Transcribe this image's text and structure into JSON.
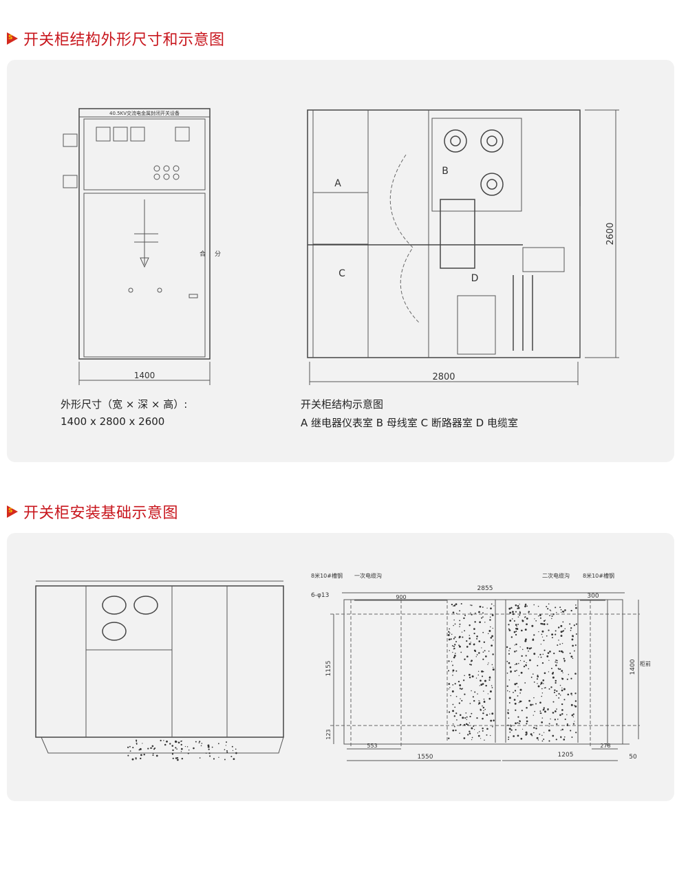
{
  "section1": {
    "heading": "开关柜结构外形尺寸和示意图",
    "front_view": {
      "title_bar": "40.5KV交流电金属封闭开关设备",
      "label_he": "合",
      "label_fen": "分",
      "width_dim": "1400"
    },
    "side_view": {
      "labels": [
        "A",
        "B",
        "C",
        "D"
      ],
      "depth_dim": "2800",
      "height_dim": "2600"
    },
    "caption_left": {
      "title": "外形尺寸（宽 × 深 × 高）:",
      "value": "1400 x 2800 x 2600"
    },
    "caption_right": {
      "title": "开关柜结构示意图",
      "legend": "A 继电器仪表室  B 母线室  C 断路器室  D 电缆室"
    }
  },
  "section2": {
    "heading": "开关柜安装基础示意图",
    "plan": {
      "label_channel_left": "8米10#槽钢",
      "label_primary_trench": "一次电缆沟",
      "label_secondary_trench": "二次电缆沟",
      "label_channel_right": "8米10#槽钢",
      "holes": "6-φ13",
      "front": "柜前",
      "dims": {
        "total": "2855",
        "d900": "900",
        "d300": "300",
        "d1155": "1155",
        "d123": "123",
        "d1400": "1400",
        "d553": "553",
        "d1550": "1550",
        "d1205": "1205",
        "d278": "278",
        "d50": "50"
      }
    }
  },
  "colors": {
    "heading": "#c8161d",
    "panel_bg": "#f2f2f2"
  }
}
